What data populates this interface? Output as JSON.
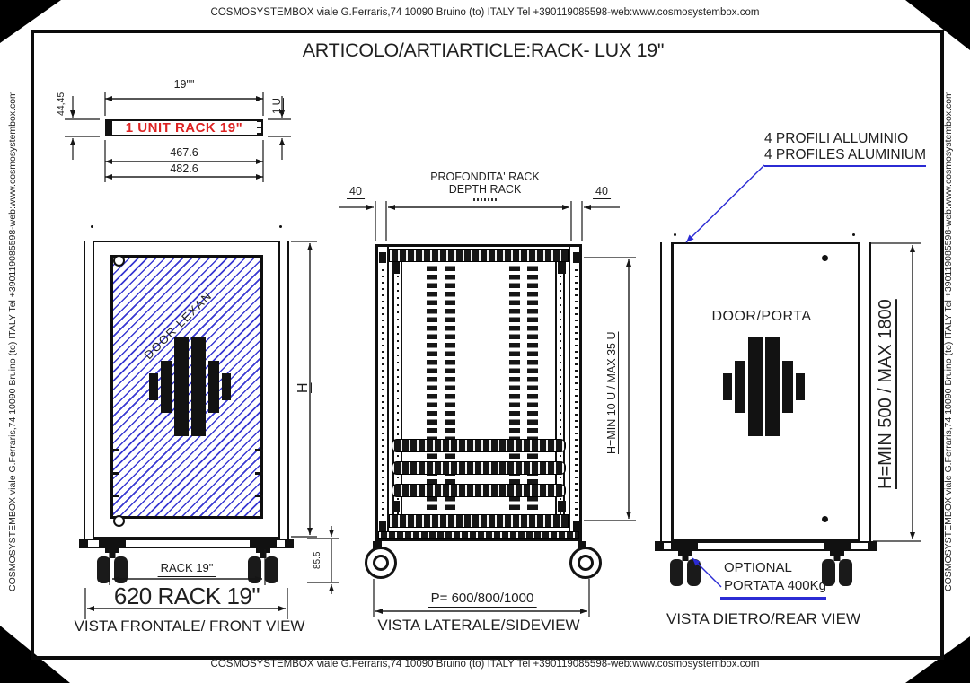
{
  "page": {
    "address": "COSMOSYSTEMBOX  viale G.Ferraris,74 10090 Bruino (to) ITALY Tel +390119085598-web:www.cosmosystembox.com",
    "title": "ARTICOLO/ARTIARTICLE:RACK- LUX 19\""
  },
  "unit_detail": {
    "label": "1 UNIT RACK 19\"",
    "dim_width_inch": "19\"\"",
    "dim_height_mm": "44,45",
    "dim_unit": "1 U",
    "dim_inner": "467.6",
    "dim_outer": "482.6"
  },
  "front_view": {
    "door_label": "DOOR LEXAN",
    "dim_height_label": "H",
    "dim_caster": "85.5",
    "dim_rack": "RACK 19\"",
    "dim_width": "620 RACK 19\"",
    "caption": "VISTA FRONTALE/ FRONT VIEW"
  },
  "side_view": {
    "depth_label_it": "PROFONDITA' RACK",
    "depth_label_en": "DEPTH RACK",
    "dim_margin_left": "40",
    "dim_margin_right": "40",
    "dim_height": "H=MIN 10 U / MAX 35 U",
    "dim_depth": "P= 600/800/1000",
    "caption": "VISTA LATERALE/SIDEVIEW"
  },
  "rear_view": {
    "note_profiles_line1": "4 PROFILI ALLUMINIO",
    "note_profiles_line2": "4 PROFILES ALUMINIUM",
    "door_label": "DOOR/PORTA",
    "dim_height": "H=MIN 500  / MAX 1800",
    "optional_line1": "OPTIONAL",
    "optional_line2": "PORTATA 400Kg",
    "caption": "VISTA DIETRO/REAR VIEW"
  },
  "colors": {
    "accent_blue": "#2b2bd4",
    "accent_red": "#dd2222",
    "line": "#161616"
  }
}
